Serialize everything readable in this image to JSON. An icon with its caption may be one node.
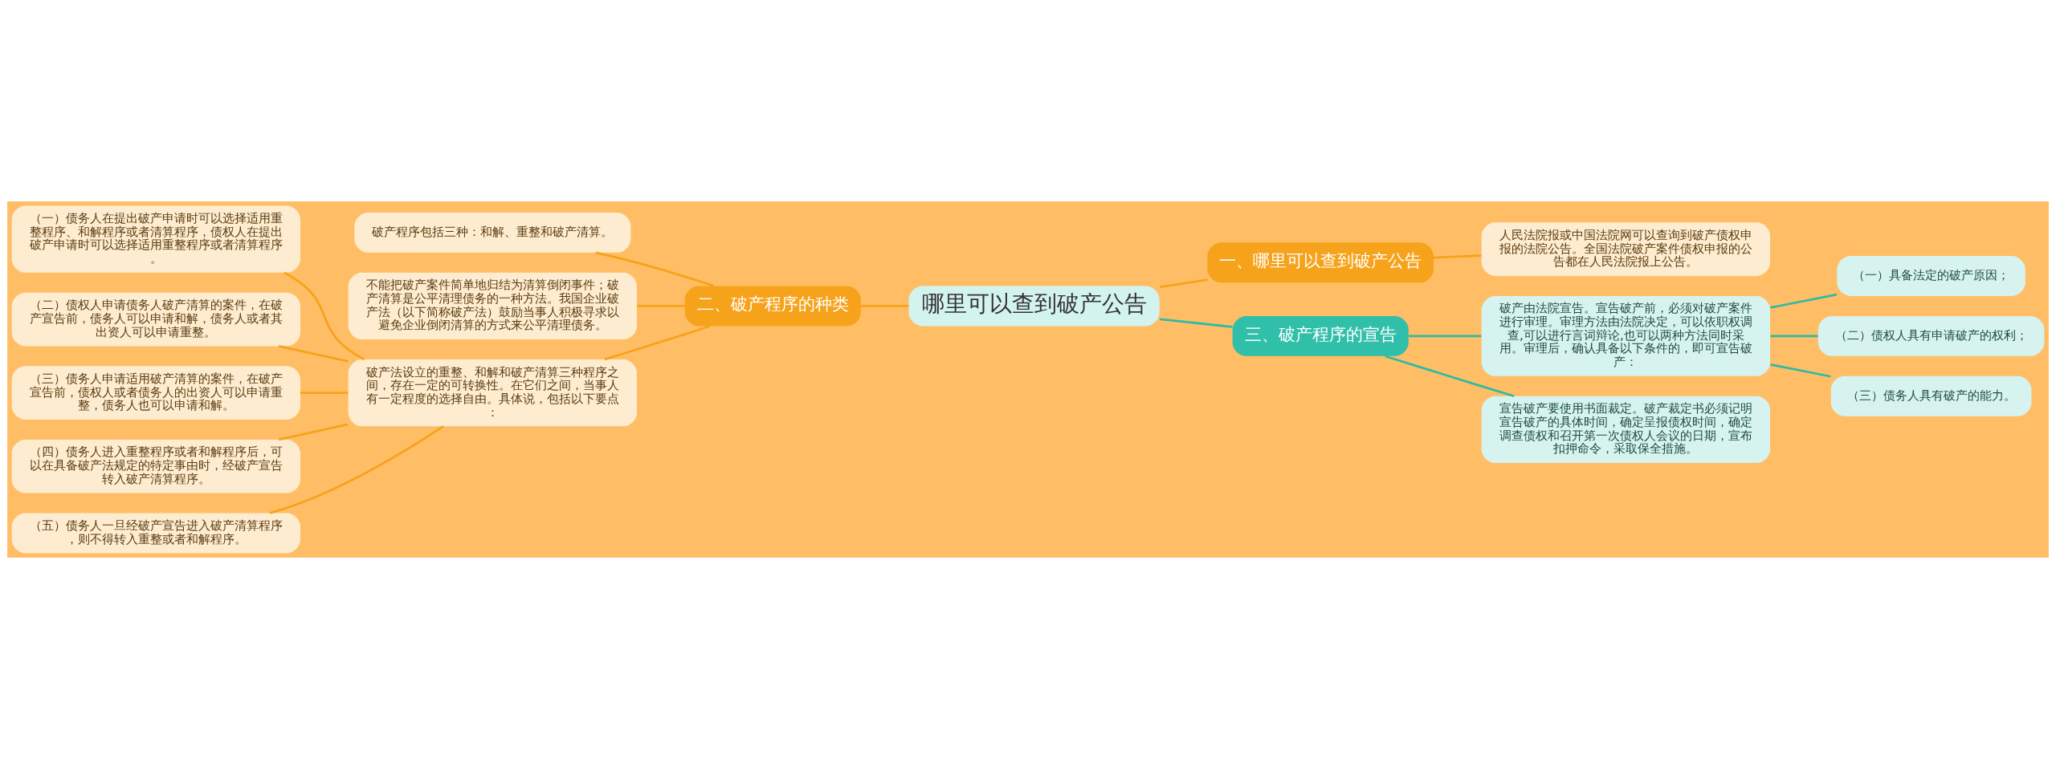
{
  "diagram": {
    "nodes": [
      {
        "text": [
          "哪里可以查到破产公告"
        ]
      },
      {
        "text": [
          "一、哪里可以查到破产公告"
        ]
      },
      {
        "text": [
          "人民法院报或中国法院网可以查询到破产债权申报的法院公告。全国法院破产案件债权申报的公告都在人民法院报上公告。"
        ]
      },
      {
        "text": [
          "二、破产程序的种类"
        ]
      },
      {
        "text": [
          "破产程序包括三种：和解、重整和破产清算。"
        ]
      },
      {
        "text": [
          "不能把破产案件简单地归结为清算倒闭事件；破产清算是公平清理债务的一种方法。我国企业破产法（以下简称破产法）鼓励当事人积极寻求以避免企业倒闭清算的方式来公平清理债务。"
        ]
      },
      {
        "text": [
          "破产法设立的重整、和解和破产清算三种程序之间，存在一定的可转换性。在它们之间，当事人有一定程度的选择自由。具体说，包括以下要点："
        ]
      },
      {
        "text": [
          "（一）债务人在提出破产申请时可以选择适用重整程序、和解程序或者清算程序，债权人在提出破产申请时可以选择适用重整程序或者清算程序。"
        ]
      },
      {
        "text": [
          "（二）债权人申请债务人破产清算的案件，在破产宣告前，债务人可以申请和解，债务人或者其出资人可以申请重整。"
        ]
      },
      {
        "text": [
          "（三）债务人申请适用破产清算的案件，在破产宣告前，债权人或者债务人的出资人可以申请重整，债务人也可以申请和解。"
        ]
      },
      {
        "text": [
          "（四）债务人进入重整程序或者和解程序后，可以在具备破产法规定的特定事由时，经破产宣告转入破产清算程序。"
        ]
      },
      {
        "text": [
          "（五）债务人一旦经破产宣告进入破产清算程序，则不得转入重整或者和解程序。"
        ]
      },
      {
        "text": [
          "三、破产程序的宣告"
        ]
      },
      {
        "text": [
          "破产由法院宣告。宣告破产前，必须对破产案件进行审理。审理方法由法院决定，可以依职权调查,可以进行言词辩论,也可以两种方法同时采用。审理后，确认具备以下条件的，即可宣告破产："
        ]
      },
      {
        "text": [
          "（一）具备法定的破产原因；"
        ]
      },
      {
        "text": [
          "（二）债权人具有申请破产的权利；"
        ]
      },
      {
        "text": [
          "（三）债务人具有破产的能力。"
        ]
      },
      {
        "text": [
          "宣告破产要使用书面裁定。破产裁定书必须记明宣告破产的具体时间，确定呈报债权时间，确定调查债权和召开第一次债权人会议的日期，宣布扣押命令，采取保全措施。"
        ]
      }
    ],
    "edges": [
      {
        "from": 0,
        "to": 1,
        "arrow": "none"
      },
      {
        "from": 1,
        "to": 2,
        "arrow": "none"
      },
      {
        "from": 0,
        "to": 3,
        "arrow": "none"
      },
      {
        "from": 3,
        "to": 4,
        "arrow": "none"
      },
      {
        "from": 3,
        "to": 5,
        "arrow": "none"
      },
      {
        "from": 3,
        "to": 6,
        "arrow": "none"
      },
      {
        "from": 6,
        "to": 7,
        "arrow": "none"
      },
      {
        "from": 6,
        "to": 8,
        "arrow": "none"
      },
      {
        "from": 6,
        "to": 9,
        "arrow": "none"
      },
      {
        "from": 6,
        "to": 10,
        "arrow": "none"
      },
      {
        "from": 6,
        "to": 11,
        "arrow": "none"
      },
      {
        "from": 0,
        "to": 12,
        "arrow": "none",
        "color": "#2dbba6"
      },
      {
        "from": 12,
        "to": 13,
        "arrow": "none",
        "color": "#2dbba6"
      },
      {
        "from": 12,
        "to": 17,
        "arrow": "none",
        "color": "#2dbba6"
      },
      {
        "from": 13,
        "to": 14,
        "arrow": "none",
        "color": "#2dbba6"
      },
      {
        "from": 13,
        "to": 15,
        "arrow": "none",
        "color": "#2dbba6"
      },
      {
        "from": 13,
        "to": 16,
        "arrow": "none",
        "color": "#2dbba6"
      }
    ]
  }
}
